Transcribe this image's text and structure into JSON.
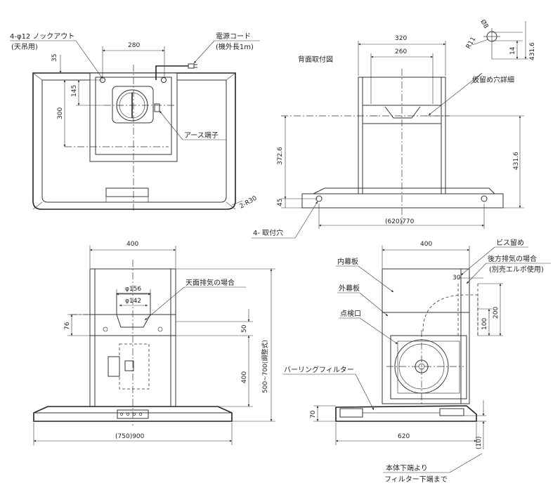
{
  "top_view": {
    "knockout_label": "4-φ12 ノックアウト",
    "knockout_sub": "(天吊用)",
    "power_cord_label": "電源コード",
    "power_cord_sub": "(機外長1m)",
    "ground_label": "アース端子",
    "dim_280": "280",
    "dim_35": "35",
    "dim_145": "145",
    "dim_300": "300",
    "corner_radius": "2-R30"
  },
  "back_view": {
    "title": "背面取付図",
    "dim_320": "320",
    "dim_260": "260",
    "dim_372_6": "372.6",
    "dim_431_6": "431.6",
    "dim_45": "45",
    "dim_width": "(620)770",
    "mount_holes_label": "4- 取付穴",
    "detail_label": "仮留め穴詳細",
    "detail_r11": "R11",
    "detail_d8": "Ø8",
    "detail_14": "14",
    "detail_431_6": "431.6"
  },
  "front_view": {
    "dim_400": "400",
    "top_exhaust_label": "天面排気の場合",
    "dim_156": "φ156",
    "dim_142": "φ142",
    "dim_76": "76",
    "dim_50": "50",
    "dim_400_h": "400",
    "dim_height": "500~700(調整式)",
    "dim_width": "(750)900"
  },
  "side_view": {
    "dim_400": "400",
    "screw_label": "ビス留め",
    "rear_exhaust_label": "後方排気の場合",
    "rear_exhaust_sub": "(別売エルボ使用)",
    "inner_panel": "内幕板",
    "outer_panel": "外幕板",
    "inspection_port": "点検口",
    "dim_30": "30",
    "dim_100": "100",
    "dim_200": "200",
    "filter_label": "バーリングフィルター",
    "dim_70": "70",
    "dim_620": "620",
    "dim_10": "(10)",
    "filter_note_1": "本体下端より",
    "filter_note_2": "フィルター下端まで"
  }
}
